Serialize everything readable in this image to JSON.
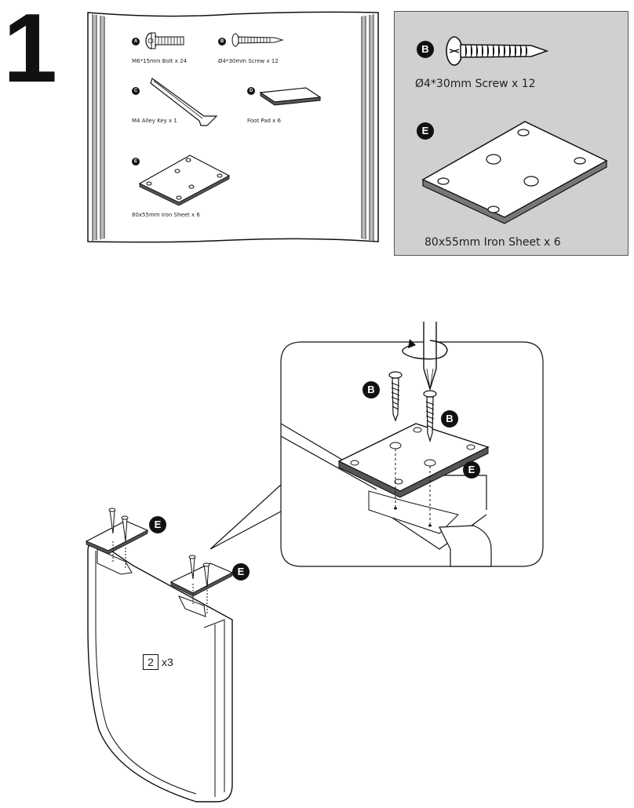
{
  "step": {
    "number": "1"
  },
  "parts": [
    {
      "letter": "A",
      "label": "M6*15mm Bolt x 24",
      "icon": "bolt-icon"
    },
    {
      "letter": "B",
      "label": "Ø4*30mm Screw x 12",
      "icon": "screw-icon"
    },
    {
      "letter": "C",
      "label": "M4 Alley Key x 1",
      "icon": "allen-key-icon"
    },
    {
      "letter": "D",
      "label": "Foot Pad x 6",
      "icon": "foot-pad-icon"
    },
    {
      "letter": "E",
      "label": "80x55mm Iron Sheet x 6",
      "icon": "iron-sheet-icon"
    }
  ],
  "zoom": {
    "screw": {
      "letter": "B",
      "label": "Ø4*30mm Screw x 12"
    },
    "sheet": {
      "letter": "E",
      "label": "80x55mm Iron Sheet x 6"
    }
  },
  "detail": {
    "callouts": [
      "B",
      "B",
      "E"
    ]
  },
  "leg": {
    "callouts": [
      "E",
      "E"
    ],
    "part_number": "2",
    "multiplier": "x3"
  },
  "colors": {
    "panel_gray": "#d0d0d0",
    "badge": "#111111",
    "line": "#1a1a1a"
  }
}
